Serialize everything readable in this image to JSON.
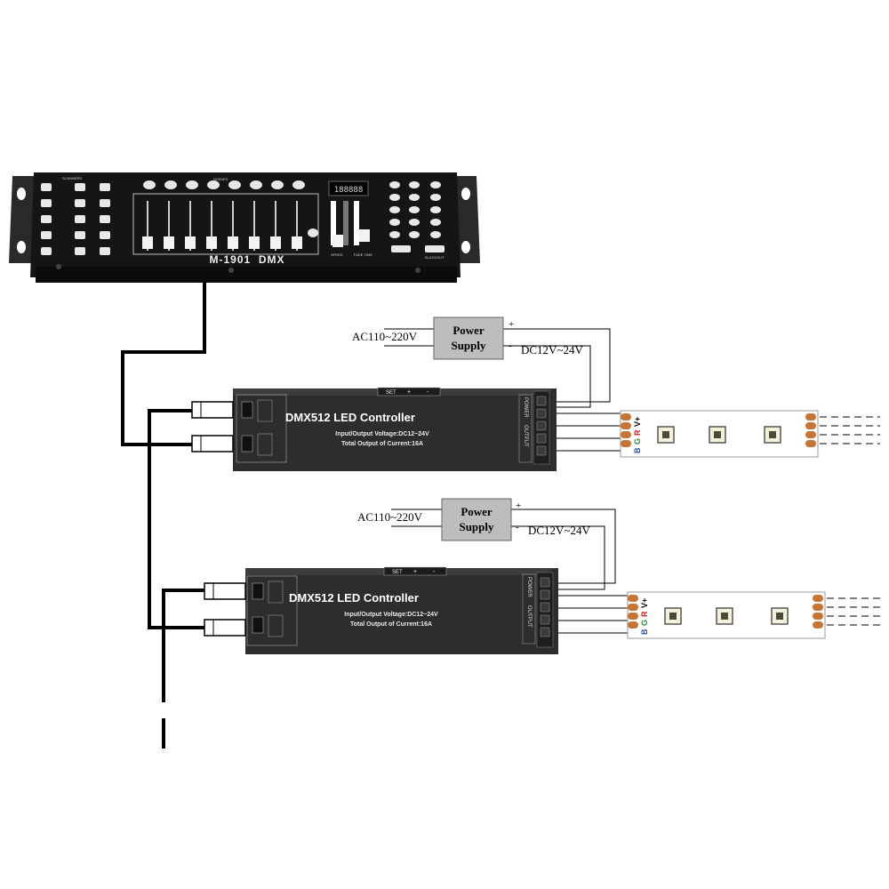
{
  "console": {
    "label": "M-1901  DMX",
    "display": "188888",
    "tiny_labels": [
      "SCANNERS",
      "SCENES",
      "SPEED",
      "FADE TIME",
      "BLACKOUT"
    ]
  },
  "colors": {
    "console_body": "#1b1b1b",
    "controller_body": "#2d2d2d",
    "power_box": "#bdbdbd",
    "strip_pad": "#c87533",
    "led_chip": "#4a4a3a"
  },
  "units": [
    {
      "power_supply": {
        "title_line1": "Power",
        "title_line2": "Supply",
        "input": "AC110~220V",
        "output": "DC12V~24V",
        "plus": "+",
        "minus": "-"
      },
      "controller": {
        "title": "DMX512 LED Controller",
        "spec_voltage": "Input/Output Voltage:DC12~24V",
        "spec_current": "Total Output of Current:16A",
        "buttons": [
          "SET",
          "+",
          "-"
        ],
        "power_label": "POWER",
        "output_label": "OUTPUT"
      },
      "strip": {
        "pin_labels": [
          "B",
          "G",
          "R",
          "V+"
        ]
      }
    },
    {
      "power_supply": {
        "title_line1": "Power",
        "title_line2": "Supply",
        "input": "AC110~220V",
        "output": "DC12V~24V",
        "plus": "+",
        "minus": "-"
      },
      "controller": {
        "title": "DMX512 LED Controller",
        "spec_voltage": "Input/Output Voltage:DC12~24V",
        "spec_current": "Total Output of Current:16A",
        "buttons": [
          "SET",
          "+",
          "-"
        ],
        "power_label": "POWER",
        "output_label": "OUTPUT"
      },
      "strip": {
        "pin_labels": [
          "B",
          "G",
          "R",
          "V+"
        ]
      }
    }
  ]
}
